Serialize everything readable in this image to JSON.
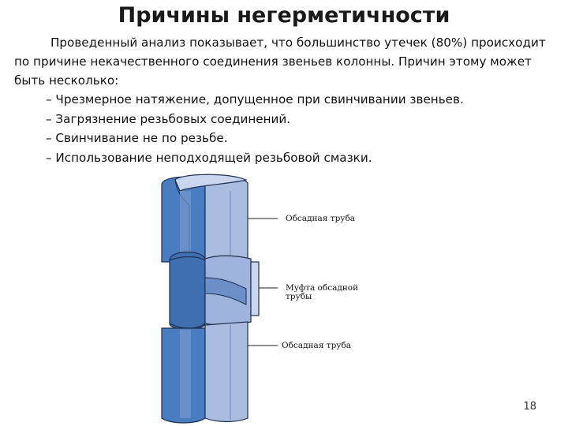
{
  "slide": {
    "title": "Причины негерметичности",
    "paragraph": "Проведенный анализ показывает, что большинство утечек (80%) происходит по причине некачественного соединения звеньев колонны. Причин этому может быть несколько:",
    "bullets": [
      "– Чрезмерное натяжение, допущенное при свинчивании звеньев.",
      "– Загрязнение резьбовых соединений.",
      "– Свинчивание не по резьбе.",
      "– Использование неподходящей резьбовой смазки."
    ],
    "page_number": "18"
  },
  "figure": {
    "labels": {
      "casing_top": "Обсадная труба",
      "coupling": "Муфта обсадной трубы",
      "casing_bottom": "Обсадная труба"
    },
    "colors": {
      "pipe_outer": "#4a7cc0",
      "pipe_outer_dark": "#2d5a96",
      "pipe_inner": "#a9bde0",
      "pipe_inner_light": "#c9d6ee",
      "outline": "#1f3150"
    }
  }
}
